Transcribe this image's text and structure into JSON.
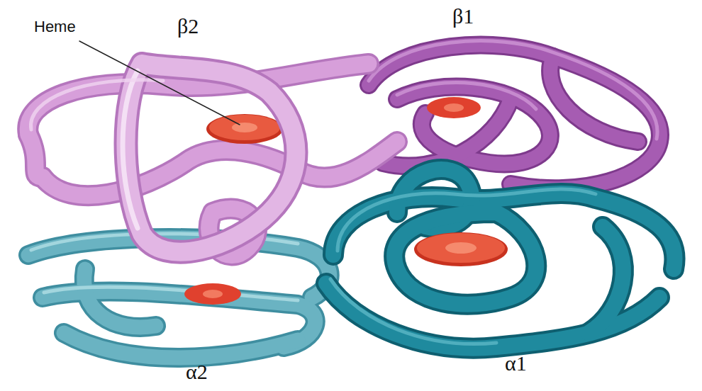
{
  "diagram": {
    "labels": [
      "Heme",
      "β2",
      "β1",
      "α2",
      "α1"
    ]
  }
}
